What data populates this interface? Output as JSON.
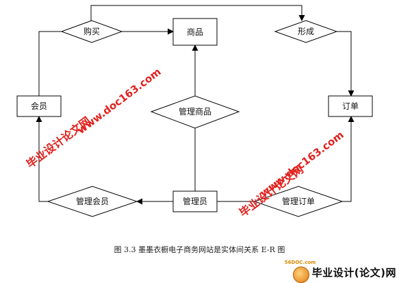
{
  "entities": {
    "goods": "商品",
    "member": "会员",
    "order": "订单",
    "admin": "管理员"
  },
  "relationships": {
    "buy": "购买",
    "form": "形成",
    "manage_goods": "管理商品",
    "manage_member": "管理会员",
    "manage_order": "管理订单"
  },
  "watermarks": {
    "left_site": "www.doc163.com",
    "left_brand": "毕业设计论文网",
    "right_site": "www.doc163.com",
    "right_brand": "毕业设计论文网"
  },
  "caption": "图 3.3  墨墨衣橱电子商务网站是实体间关系 E-R 图",
  "footer_brand": {
    "site": "56DOC.com",
    "name": "毕业设计(论文)网"
  },
  "colors": {
    "line": "#000000",
    "watermark": "#e0221e"
  }
}
